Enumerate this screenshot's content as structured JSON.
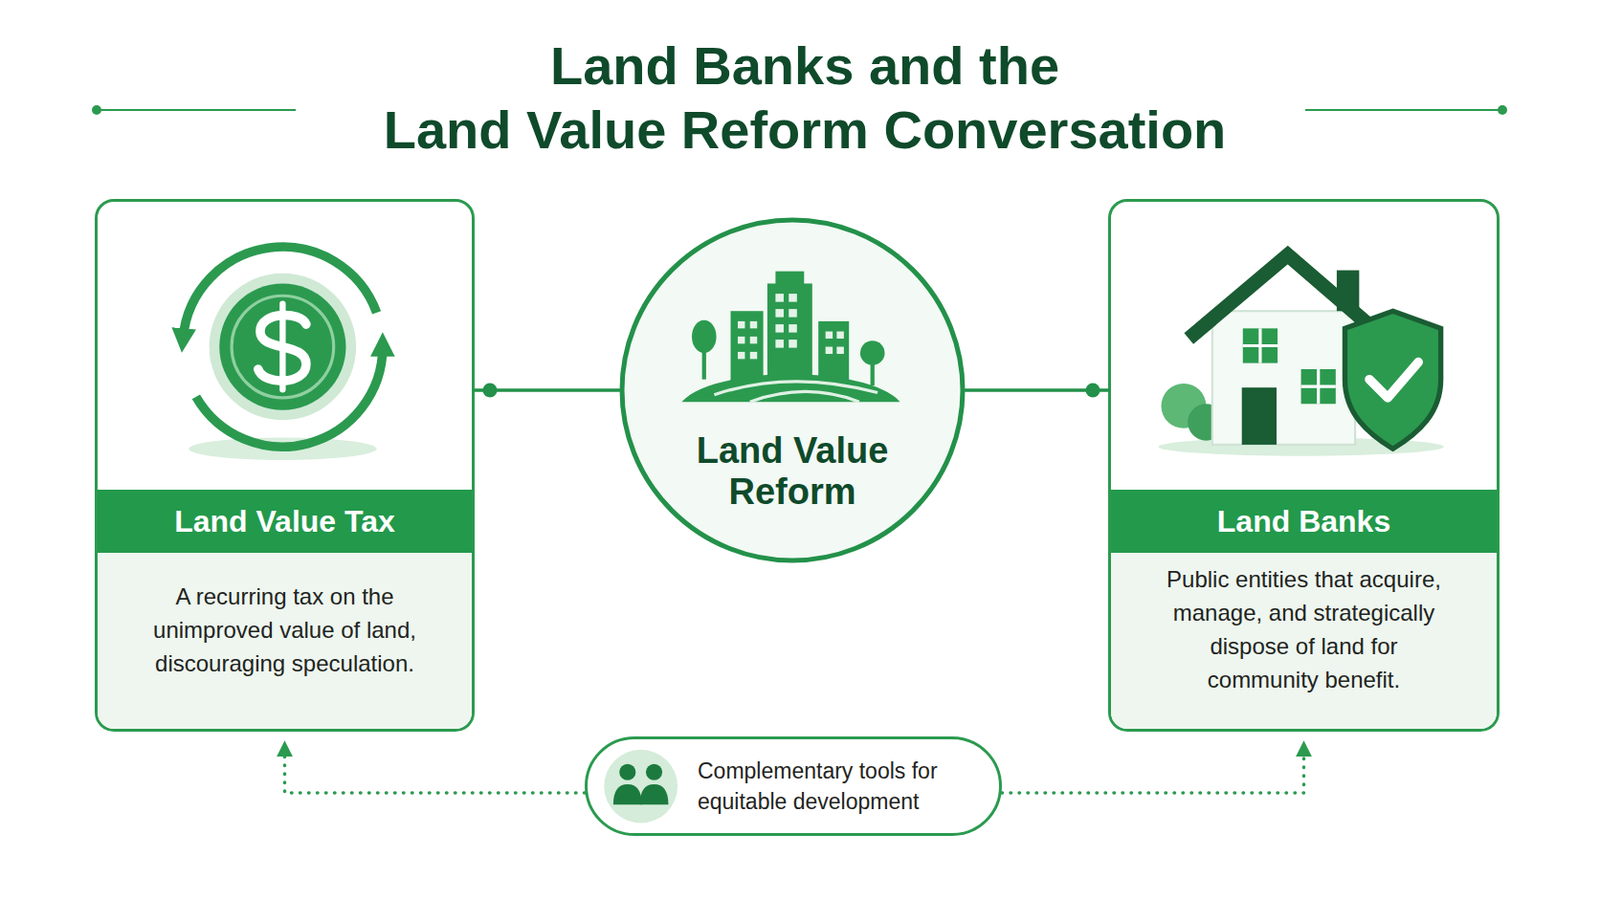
{
  "diagram": {
    "title": "Land Banks and the Land Value Reform Conversation",
    "nodes": [
      {
        "text": [
          "Land Value Tax",
          "A recurring tax on the unimproved value of land, discouraging speculation."
        ]
      },
      {
        "text": [
          "Land Value Reform"
        ]
      },
      {
        "text": [
          "Land Banks",
          "Public entities that acquire, manage, and strategically dispose of land for community benefit."
        ]
      },
      {
        "text": [
          "Complementary tools for equitable development"
        ]
      }
    ],
    "edges": [
      {
        "from": 0,
        "to": 1,
        "arrow": "none"
      },
      {
        "from": 1,
        "to": 2,
        "arrow": "none"
      },
      {
        "from": 3,
        "to": 0,
        "arrow": "to"
      },
      {
        "from": 3,
        "to": 2,
        "arrow": "to"
      }
    ]
  }
}
